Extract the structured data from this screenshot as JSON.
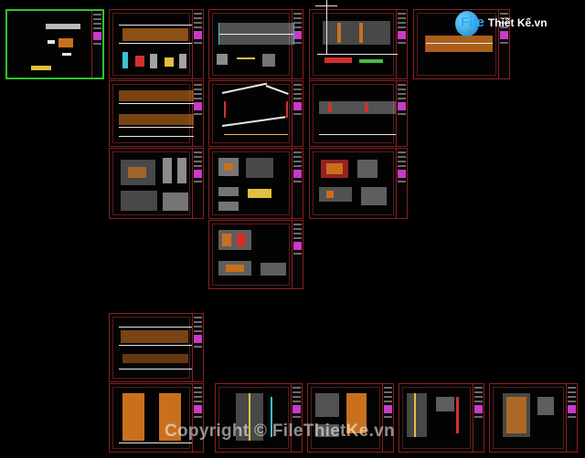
{
  "app": {
    "view": "CAD layout sheet overview"
  },
  "watermark": {
    "logo_text": "File",
    "logo_suffix": "Thiết Kế.vn",
    "copyright": "Copyright © FileThietKe.vn"
  },
  "colors": {
    "background": "#000000",
    "sheet_border": "#8a1f1f",
    "selected_border": "#2fc12f",
    "watermark_blue": "#2aa6ff"
  },
  "sheets": [
    {
      "id": "sheet-01",
      "selected": true
    },
    {
      "id": "sheet-02"
    },
    {
      "id": "sheet-03"
    },
    {
      "id": "sheet-04"
    },
    {
      "id": "sheet-05"
    },
    {
      "id": "sheet-06"
    },
    {
      "id": "sheet-07"
    },
    {
      "id": "sheet-08"
    },
    {
      "id": "sheet-09"
    },
    {
      "id": "sheet-10"
    },
    {
      "id": "sheet-11"
    },
    {
      "id": "sheet-12"
    },
    {
      "id": "sheet-13"
    },
    {
      "id": "sheet-14"
    },
    {
      "id": "sheet-15"
    },
    {
      "id": "sheet-16"
    },
    {
      "id": "sheet-17"
    },
    {
      "id": "sheet-18"
    }
  ]
}
